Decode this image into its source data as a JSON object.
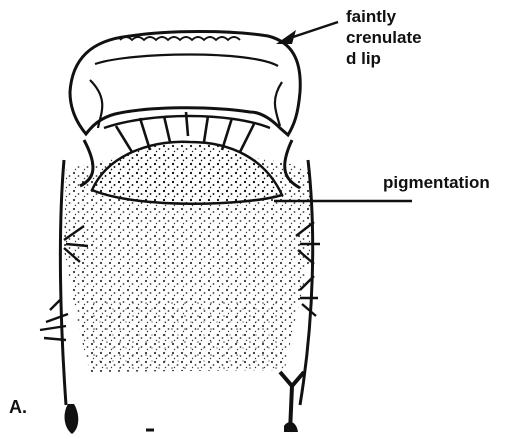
{
  "figure": {
    "labels": {
      "lip_line1": "faintly",
      "lip_line2": "crenulate",
      "lip_line3": "d lip",
      "pigmentation": "pigmentation",
      "panel": "A."
    },
    "colors": {
      "ink": "#111111",
      "background": "#ffffff"
    }
  }
}
